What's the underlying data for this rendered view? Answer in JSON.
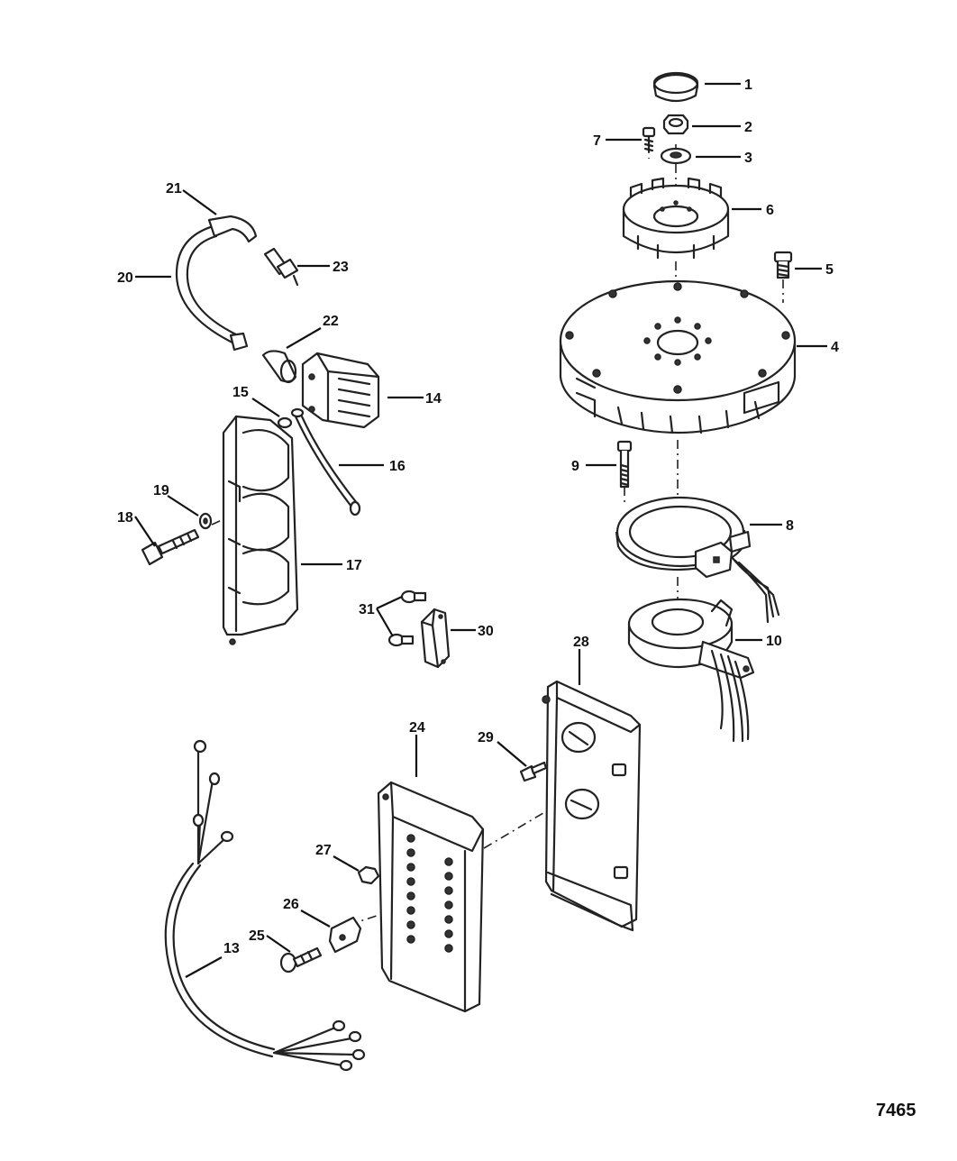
{
  "figure_number": "7465",
  "callouts": {
    "c1": "1",
    "c2": "2",
    "c3": "3",
    "c4": "4",
    "c5": "5",
    "c6": "6",
    "c7": "7",
    "c8": "8",
    "c9": "9",
    "c10": "10",
    "c13": "13",
    "c14": "14",
    "c15": "15",
    "c16": "16",
    "c17": "17",
    "c18": "18",
    "c19": "19",
    "c20": "20",
    "c21": "21",
    "c22": "22",
    "c23": "23",
    "c24": "24",
    "c25": "25",
    "c26": "26",
    "c27": "27",
    "c28": "28",
    "c29": "29",
    "c30": "30",
    "c31": "31"
  }
}
